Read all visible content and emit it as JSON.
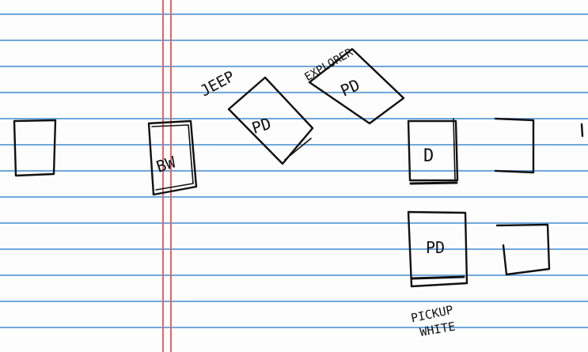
{
  "paper": {
    "background": "#fdfdfd",
    "rule_color": "#6fa8dc",
    "margin_color": "#e06666",
    "ink_color": "#111111"
  },
  "labels": {
    "jeep": "JEEP",
    "explorer": "EXPLORER",
    "pickup_line1": "PICKUP",
    "pickup_line2": "WHITE"
  },
  "box_text": {
    "bw": "BW",
    "pd1": "PD",
    "pd2": "PD",
    "d": "D",
    "pd3": "PD"
  }
}
